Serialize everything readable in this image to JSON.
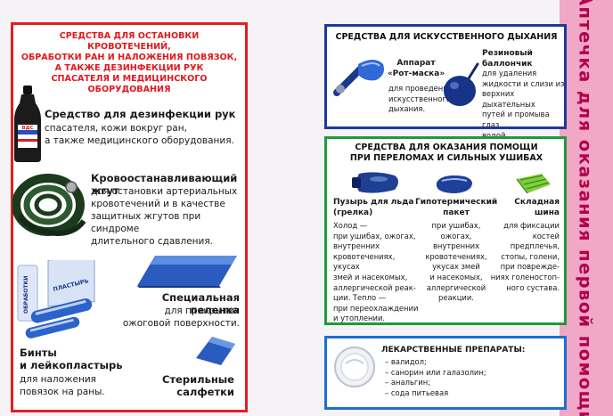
{
  "left_header": [
    "СРЕДСТВА ДЛЯ ОСТАНОВКИ КРОВОТЕЧЕНИЙ,",
    "ОБРАБОТКИ РАН И НАЛОЖЕНИЯ ПОВЯЗОК,",
    "А ТАКЖЕ ДЕЗИНФЕКЦИИ РУК",
    "СПАСАТЕЛЯ И МЕДИЦИНСКОГО ОБОРУДОВАНИЯ"
  ],
  "disinfectant": {
    "title": "Средство для дезинфекции рук",
    "lines": [
      "спасателя, кожи вокруг ран,",
      "а также медицинского оборудования."
    ],
    "bottle_label": "ВДС"
  },
  "tourniquet": {
    "title": "Кровоостанавливающий жгут",
    "lines": [
      "для остановки артериальных",
      "кровотечений и в качестве",
      "защитных жгутов при синдроме",
      "длительного сдавления."
    ]
  },
  "sheet": {
    "title": "Специальная пеленка",
    "lines": [
      "для прикрытия",
      "ожоговой поверхности."
    ]
  },
  "bandages": {
    "title_lines": [
      "Бинты",
      "и лейкопластырь"
    ],
    "lines": [
      "для наложения",
      "повязок на раны."
    ],
    "pack_label": "ПЛАСТЫРЬ",
    "bandage_label": "ОБРАБОТКИ"
  },
  "napkins": {
    "title_lines": [
      "Стерильные",
      "салфетки"
    ]
  },
  "vertical_title": "Аптечка для оказания первой помощи",
  "breathing": {
    "header": "СРЕДСТВА ДЛЯ ИСКУССТВЕННОГО ДЫХАНИЯ",
    "mask": {
      "title_lines": [
        "Аппарат",
        "«Рот-маска»"
      ],
      "lines": [
        "для проведения",
        "искусственного",
        "дыхания."
      ]
    },
    "bulb": {
      "title_lines": [
        "Резиновый",
        "баллончик"
      ],
      "lines": [
        "для удаления",
        "жидкости и слизи из",
        "верхних дыхательных",
        "путей и промыва глаз",
        "водой."
      ]
    }
  },
  "fracture": {
    "header_lines": [
      "СРЕДСТВА ДЛЯ ОКАЗАНИЯ ПОМОЩИ",
      "ПРИ ПЕРЕЛОМАХ И СИЛЬНЫХ УШИБАХ"
    ],
    "ice_bag": {
      "title_lines": [
        "Пузырь для льда",
        "(грелка)"
      ],
      "lines": [
        "Холод —",
        "при ушибах, ожогах,",
        "внутренних",
        "кровотечениях, укусах",
        "змей и насекомых,",
        "аллергической реак-",
        "ции. Тепло —",
        "при переохлаждении",
        "и утоплении."
      ]
    },
    "hypothermic": {
      "title_lines": [
        "Гипотермический",
        "пакет"
      ],
      "lines": [
        "при ушибах, ожогах,",
        "внутренних",
        "кровотечениях,",
        "укусах змей",
        "и насекомых,",
        "аллергической",
        "реакции."
      ]
    },
    "splint": {
      "title_lines": [
        "Складная",
        "шина"
      ],
      "lines": [
        "для фиксации",
        "костей",
        "предплечья,",
        "стопы, голени,",
        "при поврежде-",
        "ниях голеностоп-",
        "ного сустава."
      ]
    }
  },
  "medicine": {
    "header": "ЛЕКАРСТВЕННЫЕ ПРЕПАРАТЫ:",
    "items": [
      "– валидол;",
      "– санорин или галазолин;",
      "– анальгин;",
      "– сода питьевая"
    ]
  },
  "colors": {
    "red": "#e31e24",
    "blue": "#1e3a9a",
    "green": "#1f9a3a",
    "light_blue": "#1e6fcf",
    "pink": "#f1a7c6",
    "magenta": "#b2004c"
  },
  "icons": [
    "hand-sanitizer-bottle-icon",
    "tourniquet-icon",
    "burn-sheet-icon",
    "bandage-rolls-icon",
    "sterile-napkin-icon",
    "mouth-mask-icon",
    "rubber-bulb-icon",
    "ice-bag-icon",
    "hypothermic-pack-icon",
    "folding-splint-icon",
    "pill-icon"
  ]
}
